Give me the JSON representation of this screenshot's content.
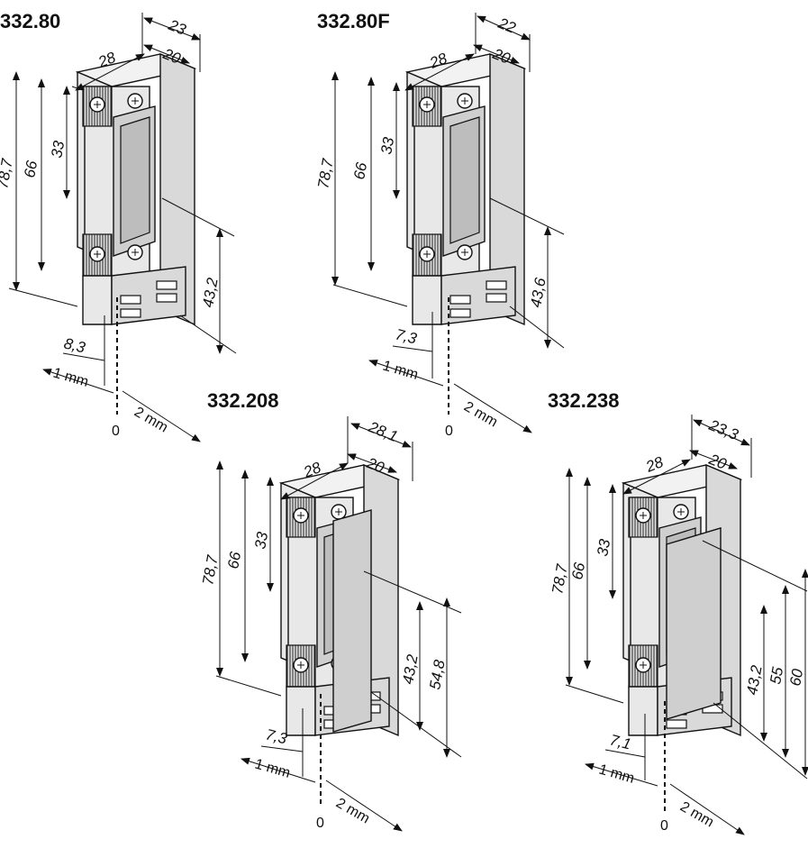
{
  "diagram": {
    "units": {
      "offset": "0",
      "left": "1 mm",
      "right": "2 mm"
    },
    "models": [
      {
        "id": "332.80",
        "title": "332.80",
        "dims": {
          "top_depth": "23",
          "top_width": "20",
          "width": "28",
          "height_total": "78,7",
          "height_mid": "66",
          "height_top": "33",
          "latch_height": "43,2",
          "offset": "8,3"
        }
      },
      {
        "id": "332.80F",
        "title": "332.80F",
        "dims": {
          "top_depth": "22",
          "top_width": "20",
          "width": "28",
          "height_total": "78,7",
          "height_mid": "66",
          "height_top": "33",
          "latch_height": "43,6",
          "offset": "7,3"
        }
      },
      {
        "id": "332.208",
        "title": "332.208",
        "dims": {
          "top_depth": "28,1",
          "top_width": "20",
          "width": "28",
          "height_total": "78,7",
          "height_mid": "66",
          "height_top": "33",
          "latch_height": "43,2",
          "latch_height_2": "54,8",
          "offset": "7,3"
        }
      },
      {
        "id": "332.238",
        "title": "332.238",
        "dims": {
          "top_depth": "23,3",
          "top_width": "20",
          "width": "28",
          "height_total": "78,7",
          "height_mid": "66",
          "height_top": "33",
          "latch_height": "43,2",
          "latch_height_2": "55",
          "latch_height_3": "60",
          "offset": "7,1"
        }
      }
    ]
  }
}
